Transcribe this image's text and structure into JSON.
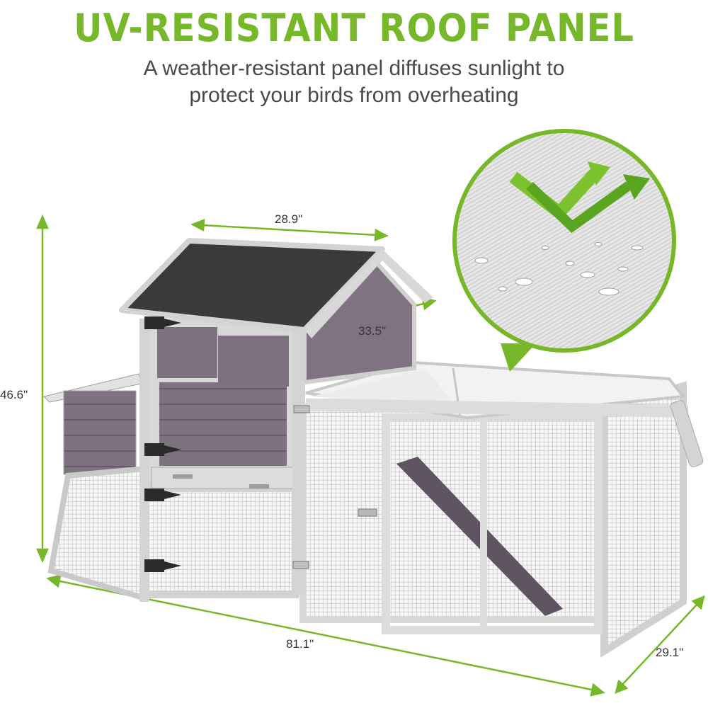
{
  "header": {
    "title": "UV-RESISTANT ROOF PANEL",
    "subtitle_line1": "A weather-resistant panel diffuses sunlight to",
    "subtitle_line2": "protect your birds from overheating"
  },
  "dimensions": {
    "house_width": "28.9\"",
    "house_depth": "33.5\"",
    "height": "46.6\"",
    "length": "81.1\"",
    "depth": "29.1\""
  },
  "colors": {
    "accent": "#76b82a",
    "wood": "#d6d6d6",
    "panel": "#7f7382",
    "roof": "#3b3b3b"
  },
  "icons": [
    "sunlight-arrow-icon",
    "dimension-arrow-icon",
    "hinge-icon",
    "latch-icon"
  ]
}
